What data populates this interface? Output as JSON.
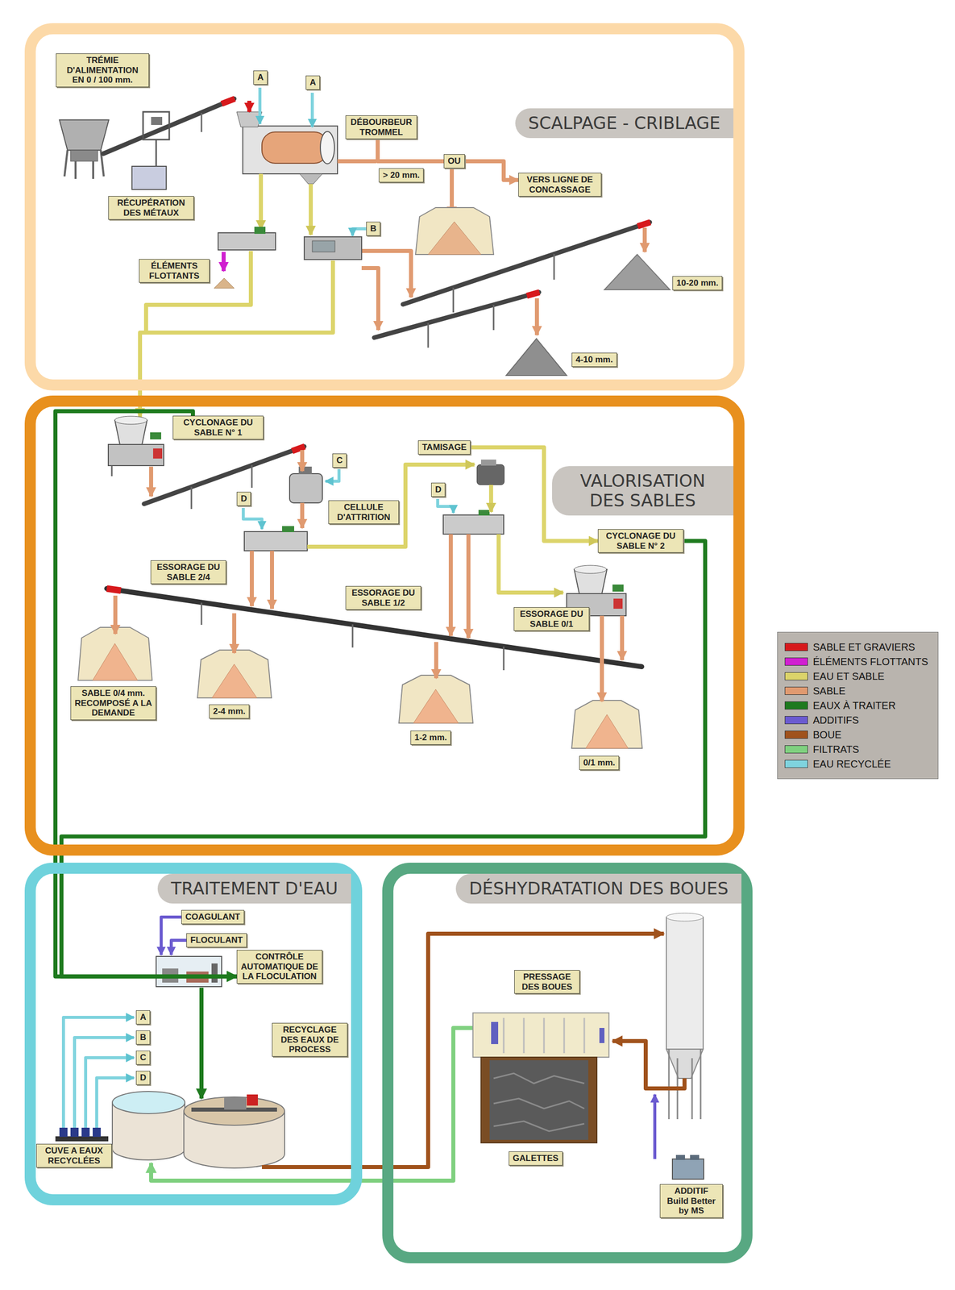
{
  "diagram": {
    "nodes": [
      {
        "text": [
          "SCALPAGE - CRIBLAGE"
        ]
      },
      {
        "text": [
          "TRÉMIE D'ALIMENTATION EN 0 / 100 mm."
        ],
        "in": 0
      },
      {
        "text": [
          "A"
        ],
        "in": 0
      },
      {
        "text": [
          "A"
        ],
        "in": 0
      },
      {
        "text": [
          "DÉBOURBEUR TROMMEL"
        ],
        "in": 0
      },
      {
        "text": [
          "RÉCUPÉRATION DES MÉTAUX"
        ],
        "in": 0
      },
      {
        "text": [
          "VERS LIGNE DE CONCASSAGE"
        ],
        "in": 0
      },
      {
        "text": [
          "B"
        ],
        "in": 0
      },
      {
        "text": [
          "ÉLÉMENTS FLOTTANTS"
        ],
        "in": 0
      },
      {
        "text": [
          "10-20 mm."
        ],
        "in": 0
      },
      {
        "text": [
          "4-10 mm."
        ],
        "in": 0
      },
      {
        "text": [
          "VALORISATION DES SABLES"
        ]
      },
      {
        "text": [
          "CYCLONAGE DU SABLE N° 1"
        ],
        "in": 11
      },
      {
        "text": [
          "C"
        ],
        "in": 11
      },
      {
        "text": [
          "TAMISAGE"
        ],
        "in": 11
      },
      {
        "text": [
          "D"
        ],
        "in": 11
      },
      {
        "text": [
          "CELLULE D'ATTRITION"
        ],
        "in": 11
      },
      {
        "text": [
          "D"
        ],
        "in": 11
      },
      {
        "text": [
          "CYCLONAGE DU SABLE N° 2"
        ],
        "in": 11
      },
      {
        "text": [
          "ESSORAGE DU SABLE 2/4"
        ],
        "in": 11
      },
      {
        "text": [
          "ESSORAGE DU SABLE 1/2"
        ],
        "in": 11
      },
      {
        "text": [
          "ESSORAGE DU SABLE 0/1"
        ],
        "in": 11
      },
      {
        "text": [
          "SABLE 0/4 mm. RECOMPOSÉ A LA DEMANDE"
        ],
        "in": 11
      },
      {
        "text": [
          "2-4 mm."
        ],
        "in": 11
      },
      {
        "text": [
          "1-2 mm."
        ],
        "in": 11
      },
      {
        "text": [
          "0/1 mm."
        ],
        "in": 11
      },
      {
        "text": [
          "TRAITEMENT D'EAU"
        ]
      },
      {
        "text": [
          "COAGULANT"
        ],
        "in": 26
      },
      {
        "text": [
          "FLOCULANT"
        ],
        "in": 26
      },
      {
        "text": [
          "CONTRÔLE AUTOMATIQUE DE LA FLOCULATION"
        ],
        "in": 26
      },
      {
        "text": [
          "A"
        ],
        "in": 26
      },
      {
        "text": [
          "B"
        ],
        "in": 26
      },
      {
        "text": [
          "C"
        ],
        "in": 26
      },
      {
        "text": [
          "D"
        ],
        "in": 26
      },
      {
        "text": [
          "RECYCLAGE DES EAUX DE PROCESS"
        ],
        "in": 26
      },
      {
        "text": [
          "CUVE A EAUX RECYCLÉES"
        ],
        "in": 26
      },
      {
        "text": [
          "DÉSHYDRATATION DES BOUES"
        ]
      },
      {
        "text": [
          "PRESSAGE DES BOUES"
        ],
        "in": 36
      },
      {
        "text": [
          "GALETTES"
        ],
        "in": 36
      },
      {
        "text": [
          "ADDITIF Build Better by MS"
        ],
        "in": 36
      }
    ],
    "edges": [
      {
        "from": 4,
        "to": 6,
        "label": "> 20 mm.",
        "arrow": "to"
      },
      {
        "from": 14,
        "to": 18,
        "arrow": "to"
      },
      {
        "from": 12,
        "to": 29,
        "arrow": "to"
      },
      {
        "from": 18,
        "to": 29,
        "arrow": "to"
      }
    ],
    "labels": [
      "OU"
    ],
    "legend": [
      {
        "text": "SABLE ET GRAVIERS",
        "color": "#d7191c"
      },
      {
        "text": "ÉLÉMENTS FLOTTANTS",
        "color": "#d020d0"
      },
      {
        "text": "EAU ET SABLE",
        "color": "#dcd46a"
      },
      {
        "text": "SABLE",
        "color": "#e09a70"
      },
      {
        "text": "EAUX À TRAITER",
        "color": "#1e7a1e"
      },
      {
        "text": "ADDITIFS",
        "color": "#6b5bd0"
      },
      {
        "text": "BOUE",
        "color": "#a0521c"
      },
      {
        "text": "FILTRATS",
        "color": "#7fd07f"
      },
      {
        "text": "EAU RECYCLÉE",
        "color": "#7fd3de"
      }
    ]
  }
}
